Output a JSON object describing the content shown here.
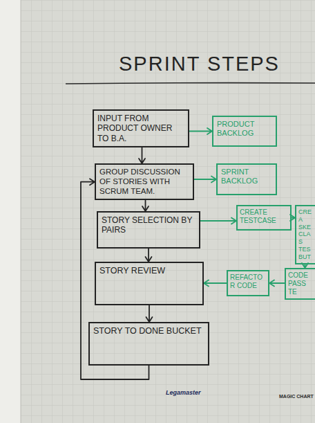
{
  "diagram": {
    "title": "SPRINT STEPS",
    "nodes": [
      {
        "text": [
          "INPUT FROM PRODUCT OWNER TO B.A."
        ]
      },
      {
        "text": [
          "GROUP DISCUSSION OF STORIES WITH SCRUM TEAM."
        ]
      },
      {
        "text": [
          "STORY SELECTION BY PAIRS"
        ]
      },
      {
        "text": [
          "STORY REVIEW"
        ]
      },
      {
        "text": [
          "STORY TO DONE BUCKET"
        ]
      },
      {
        "text": [
          "PRODUCT BACKLOG"
        ]
      },
      {
        "text": [
          "SPRINT BACKLOG"
        ]
      },
      {
        "text": [
          "CREATE TESTCASE"
        ]
      },
      {
        "text": [
          "CREA SKE CLAS TES BUT"
        ]
      },
      {
        "text": [
          "CODE PASS TE"
        ]
      },
      {
        "text": [
          "REFACTOR CODE"
        ]
      }
    ],
    "edges": [
      {
        "from": 0,
        "to": 1,
        "arrow": "to"
      },
      {
        "from": 1,
        "to": 2,
        "arrow": "to"
      },
      {
        "from": 2,
        "to": 3,
        "arrow": "to"
      },
      {
        "from": 3,
        "to": 4,
        "arrow": "to"
      },
      {
        "from": 4,
        "to": 1,
        "arrow": "to"
      },
      {
        "from": 0,
        "to": 5,
        "arrow": "to"
      },
      {
        "from": 1,
        "to": 6,
        "arrow": "to"
      },
      {
        "from": 2,
        "to": 7,
        "arrow": "to"
      },
      {
        "from": 7,
        "to": 8,
        "arrow": "to"
      },
      {
        "from": 8,
        "to": 9,
        "arrow": "to"
      },
      {
        "from": 9,
        "to": 10,
        "arrow": "to"
      },
      {
        "from": 10,
        "to": 3,
        "arrow": "to"
      }
    ],
    "labels": [
      "Legamaster",
      "MAGIC CHART"
    ]
  }
}
